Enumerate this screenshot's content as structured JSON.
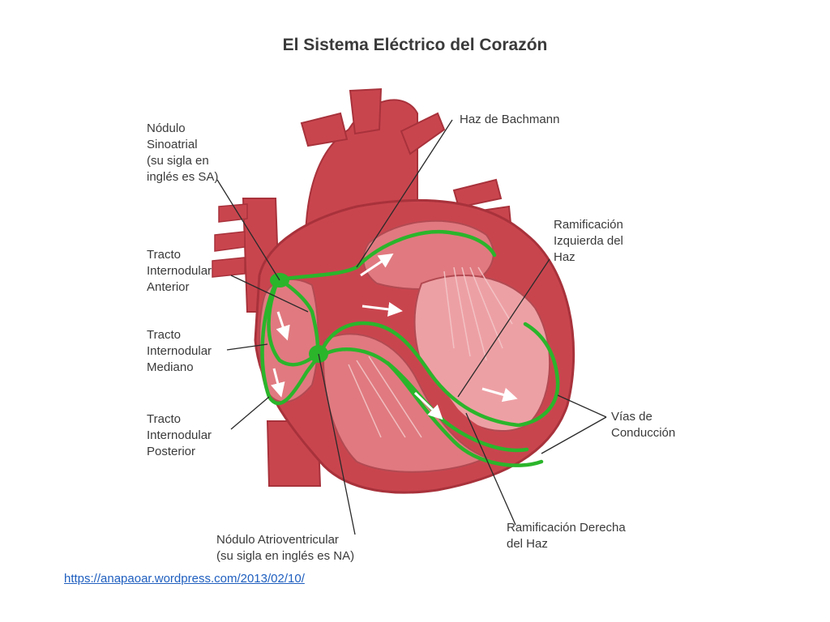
{
  "title": "El Sistema Eléctrico del Corazón",
  "labels": {
    "sa_node": [
      "Nódulo",
      "Sinoatrial",
      "(su sigla en",
      "inglés es SA)"
    ],
    "bachmann": [
      "Haz de Bachmann"
    ],
    "anterior_tract": [
      "Tracto",
      "Internodular",
      "Anterior"
    ],
    "middle_tract": [
      "Tracto",
      "Internodular",
      "Mediano"
    ],
    "posterior_tract": [
      "Tracto",
      "Internodular",
      "Posterior"
    ],
    "left_bundle": [
      "Ramificación",
      "Izquierda del",
      "Haz"
    ],
    "conduction_paths": [
      "Vías de",
      "Conducción"
    ],
    "right_bundle": [
      "Ramificación Derecha",
      "del Haz"
    ],
    "av_node": [
      "Nódulo Atrioventricular",
      "(su sigla en inglés es NA)"
    ]
  },
  "source_link": "https://anapaoar.wordpress.com/2013/02/10/",
  "colors": {
    "muscle": "#c9454e",
    "muscle_dark": "#a8323b",
    "chamber": "#e07a80",
    "chamber_light": "#eda0a4",
    "conduction": "#2bb52b",
    "leader_line": "#2a2a2a"
  }
}
